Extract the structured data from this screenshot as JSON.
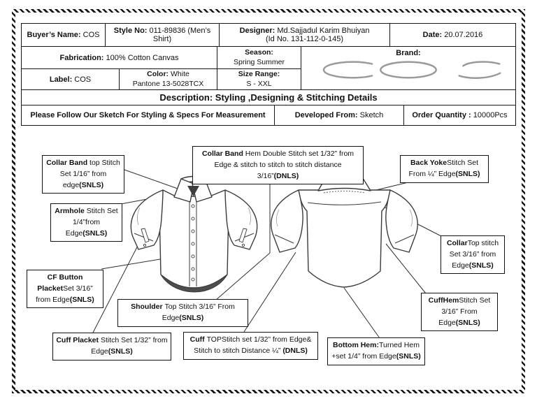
{
  "header": {
    "row1": {
      "buyer_label": "Buyer’s Name:",
      "buyer_value": " COS",
      "style_label": "Style No:",
      "style_value": " 011-89836 (Men’s Shirt)",
      "designer_label": "Designer:",
      "designer_value": " Md.Sajjadul Karim Bhuiyan",
      "designer_id": "(Id No. 131-112-0-145)",
      "date_label": "Date:",
      "date_value": " 20.07.2016"
    },
    "row2": {
      "fabrication_label": "Fabrication:",
      "fabrication_value": " 100% Cotton Canvas",
      "season_label": "Season:",
      "season_value": "Spring Summer",
      "brand_label": "Brand:",
      "brand_logo": "cos-logo"
    },
    "row3": {
      "label_label": "Label:",
      "label_value": " COS",
      "color_label": "Color:",
      "color_value": " White",
      "color_line2": "Pantone 13-5028TCX",
      "size_label": "Size Range:",
      "size_value": "S - XXL"
    },
    "description": "Description: Styling ,Designing  & Stitching Details",
    "row5": {
      "note": "Please Follow Our Sketch For Styling & Specs For Measurement",
      "developed_label": "Developed From:",
      "developed_value": " Sketch",
      "order_label": "Order Quantity :",
      "order_value": " 10000Pcs"
    }
  },
  "callouts": [
    {
      "id": "collar-band-top",
      "lead": "Collar Band ",
      "body": "top Stitch Set 1/16” from edge",
      "tail": "(SNLS)"
    },
    {
      "id": "collar-band-hem",
      "lead": "Collar Band ",
      "body": "Hem Double Stitch set 1/32” from Edge & stitch to stitch to stitch distance 3/16”",
      "tail": "(DNLS)"
    },
    {
      "id": "back-yoke",
      "lead": "Back Yoke",
      "body": "Stitch Set From ¼” Edge",
      "tail": "(SNLS)"
    },
    {
      "id": "armhole",
      "lead": "Armhole ",
      "body": "Stitch Set 1/4”from Edge",
      "tail": "(SNLS)"
    },
    {
      "id": "collar-top",
      "lead": "Collar",
      "body": "Top stitch Set 3/16” from Edge",
      "tail": "(SNLS)"
    },
    {
      "id": "cf-button-placket",
      "lead": "CF Button Placket",
      "body": "Set 3/16” from Edge",
      "tail": "(SNLS)"
    },
    {
      "id": "cuff-hem",
      "lead": "CuffHem",
      "body": "Stitch Set 3/16” From Edge",
      "tail": "(SNLS)"
    },
    {
      "id": "shoulder",
      "lead": "Shoulder ",
      "body": "Top Stitch 3/16” From Edge",
      "tail": "(SNLS)"
    },
    {
      "id": "cuff-placket",
      "lead": "Cuff Placket ",
      "body": "Stitch Set 1/32” from Edge",
      "tail": "(SNLS)"
    },
    {
      "id": "cuff-top",
      "lead": "Cuff ",
      "body": "TOPStitch set 1/32” from Edge& Stitch to stitch Distance ¼” ",
      "tail": "(DNLS)"
    },
    {
      "id": "bottom-hem",
      "lead": "Bottom Hem:",
      "body": "Turned Hem +set 1/4” from Edge",
      "tail": "(SNLS)"
    }
  ],
  "colors": {
    "line": "#2f2f2f",
    "hem_shade": "#4d4d4d",
    "logo_gray": "#9a9a9a"
  }
}
